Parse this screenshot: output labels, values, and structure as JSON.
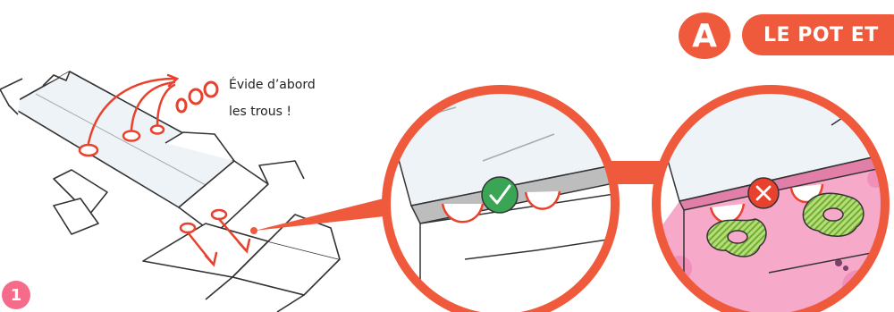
{
  "header": {
    "section_letter": "A",
    "title": "LE POT ET"
  },
  "instruction": {
    "line1": "Évide d’abord",
    "line2": "les trous !"
  },
  "step": {
    "number": "1"
  },
  "colors": {
    "accent_orange": "#f05a3c",
    "step_pink": "#f76b8a",
    "pattern_pink": "#f6a9c9",
    "flower_green": "#8cc63f",
    "check_green": "#3aa655",
    "cross_red": "#e8412e"
  },
  "icons": {
    "correct": "checkmark-icon",
    "incorrect": "cross-icon"
  }
}
